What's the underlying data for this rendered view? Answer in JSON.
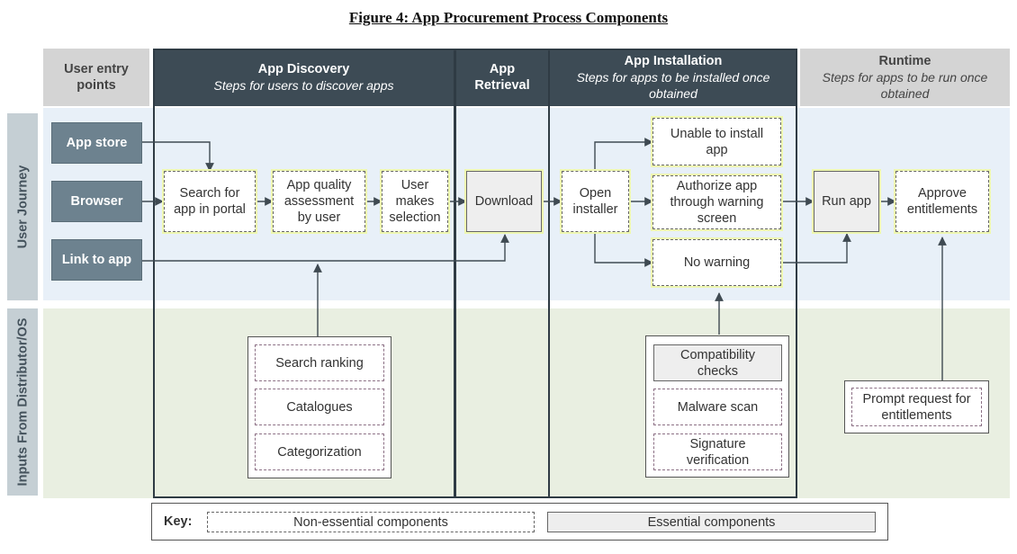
{
  "figure_title": "Figure 4: App Procurement Process Components",
  "columns": {
    "entry": {
      "title": "User entry points"
    },
    "discovery": {
      "title": "App Discovery",
      "subtitle": "Steps for users to discover apps"
    },
    "retrieval": {
      "title": "App Retrieval"
    },
    "installation": {
      "title": "App Installation",
      "subtitle": "Steps for apps to be installed once obtained"
    },
    "runtime": {
      "title": "Runtime",
      "subtitle": "Steps for apps to be run once obtained"
    }
  },
  "rows": {
    "journey": "User Journey",
    "inputs": "Inputs From Distributor/OS"
  },
  "entry_points": [
    "App store",
    "Browser",
    "Link to app"
  ],
  "journey_steps": {
    "search": "Search for app in portal",
    "quality": "App quality assessment by user",
    "selection": "User makes selection",
    "download": "Download",
    "open_installer": "Open installer",
    "unable": "Unable to install app",
    "authorize": "Authorize app through warning screen",
    "no_warning": "No warning",
    "run": "Run app",
    "approve": "Approve entitlements"
  },
  "discovery_inputs": [
    "Search ranking",
    "Catalogues",
    "Categorization"
  ],
  "installation_inputs": [
    "Compatibility checks",
    "Malware scan",
    "Signature verification"
  ],
  "runtime_inputs": [
    "Prompt request for entitlements"
  ],
  "key": {
    "label": "Key:",
    "non_essential": "Non-essential components",
    "essential": "Essential components"
  },
  "colors": {
    "header_dark": "#3d4b55",
    "header_light": "#d4d4d4",
    "entry_button": "#6d828f",
    "journey_band": "#e8f0f8",
    "inputs_band": "#e9efe1"
  }
}
